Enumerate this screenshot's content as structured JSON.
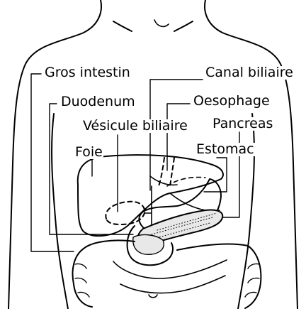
{
  "labels": {
    "gros_intestin": "Gros intestin",
    "duodenum": "Duodenum",
    "vesicule_biliaire": "Vésicule biliaire",
    "foie": "Foie",
    "canal_biliaire": "Canal biliaire",
    "oesophage": "Oesophage",
    "pancreas": "Pancreas",
    "estomac": "Estomac"
  },
  "colors": {
    "line": "#000000",
    "background": "#ffffff"
  }
}
